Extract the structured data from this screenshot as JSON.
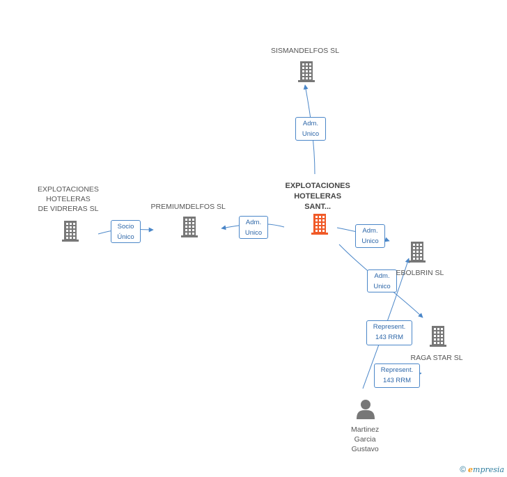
{
  "nodes": {
    "center": {
      "name": "EXPLOTACIONES HOTELERAS SANT...",
      "lines": [
        "EXPLOTACIONES",
        "HOTELERAS",
        "SANT..."
      ],
      "type": "company",
      "color": "#f05a28"
    },
    "sismandelfos": {
      "name": "SISMANDELFOS SL",
      "lines": [
        "SISMANDELFOS SL"
      ],
      "type": "company",
      "color": "#777777"
    },
    "premiumdelfos": {
      "name": "PREMIUMDELFOS SL",
      "lines": [
        "PREMIUMDELFOS SL"
      ],
      "type": "company",
      "color": "#777777"
    },
    "vidreras": {
      "name": "EXPLOTACIONES HOTELERAS DE VIDRERAS SL",
      "lines": [
        "EXPLOTACIONES",
        "HOTELERAS",
        "DE VIDRERAS SL"
      ],
      "type": "company",
      "color": "#777777"
    },
    "ebolbrin": {
      "name": "EBOLBRIN SL",
      "lines": [
        "EBOLBRIN SL"
      ],
      "type": "company",
      "color": "#777777"
    },
    "ragastar": {
      "name": "RAGA STAR SL",
      "lines": [
        "RAGA STAR SL"
      ],
      "type": "company",
      "color": "#777777"
    },
    "martinez": {
      "name": "Martinez Garcia Gustavo",
      "lines": [
        "Martinez",
        "Garcia",
        "Gustavo"
      ],
      "type": "person",
      "color": "#777777"
    }
  },
  "edges": [
    {
      "id": "center-sismandelfos",
      "from": "center",
      "to": "sismandelfos",
      "lines": [
        "Adm.",
        "Unico"
      ]
    },
    {
      "id": "center-premiumdelfos",
      "from": "center",
      "to": "premiumdelfos",
      "lines": [
        "Adm.",
        "Unico"
      ]
    },
    {
      "id": "vidreras-premiumdelfos",
      "from": "vidreras",
      "to": "premiumdelfos",
      "lines": [
        "Socio",
        "Único"
      ]
    },
    {
      "id": "center-ebolbrin",
      "from": "center",
      "to": "ebolbrin",
      "lines": [
        "Adm.",
        "Unico"
      ]
    },
    {
      "id": "center-ragastar",
      "from": "center",
      "to": "ragastar",
      "lines": [
        "Adm.",
        "Unico"
      ]
    },
    {
      "id": "martinez-ebolbrin",
      "from": "martinez",
      "to": "ebolbrin",
      "lines": [
        "Represent.",
        "143 RRM"
      ]
    },
    {
      "id": "martinez-ragastar",
      "from": "martinez",
      "to": "ragastar",
      "lines": [
        "Represent.",
        "143 RRM"
      ]
    }
  ],
  "colors": {
    "edge": "#4a86c8",
    "label_border": "#4a86c8",
    "label_text": "#2c66a8"
  },
  "footer": {
    "copyright": "©",
    "brand_initial": "e",
    "brand_rest": "mpresia"
  }
}
